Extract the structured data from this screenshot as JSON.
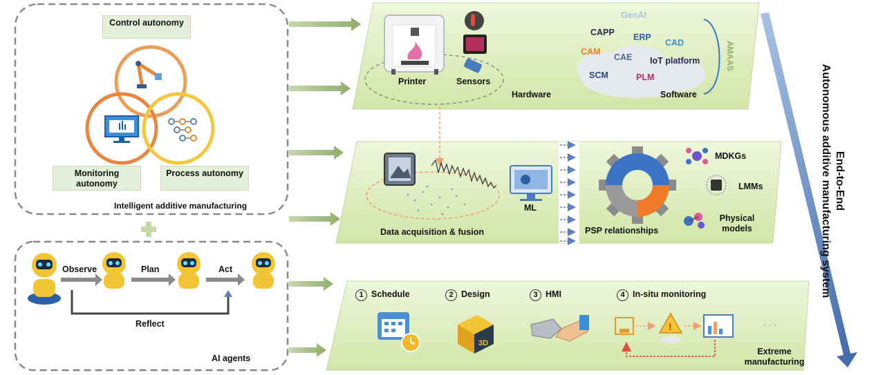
{
  "intelligent_am": {
    "title": "Intelligent additive manufacturing",
    "control": "Control autonomy",
    "monitoring": "Monitoring autonomy",
    "process": "Process autonomy"
  },
  "ai_agents": {
    "title": "AI agents",
    "steps": [
      "Observe",
      "Plan",
      "Act"
    ],
    "reflect": "Reflect"
  },
  "plus_sign": "+",
  "layer1": {
    "printer": "Printer",
    "sensors": "Sensors",
    "hardware": "Hardware",
    "software": "Software",
    "software_items": {
      "genai": "GenAI",
      "capp": "CAPP",
      "erp": "ERP",
      "cad": "CAD",
      "cam": "CAM",
      "cae": "CAE",
      "iot": "IoT platform",
      "scm": "SCM",
      "plm": "PLM"
    },
    "amaas": "AMAAS"
  },
  "layer2": {
    "data": "Data acquisition & fusion",
    "ml": "ML",
    "psp": "PSP relationships",
    "mdkgs": "MDKGs",
    "lmms": "LMMs",
    "physical": "Physical models"
  },
  "layer3": {
    "items": [
      {
        "num": "1",
        "label": "Schedule"
      },
      {
        "num": "2",
        "label": "Design"
      },
      {
        "num": "3",
        "label": "HMI"
      },
      {
        "num": "4",
        "label": "In-situ monitoring"
      }
    ],
    "ellipsis": "· · ·",
    "extreme": "Extreme manufacturing"
  },
  "side_title": {
    "line1": "End-to-End",
    "line2": "Autonomous additive manufacturing system"
  },
  "colors": {
    "green_panel": "#d9ebb7",
    "orange": "#e8883a",
    "yellow": "#f2c536",
    "blue_arrow": "#4a78b8",
    "gear_blue": "#3b74c7",
    "gear_orange": "#f07b2a",
    "gear_grey": "#8b8b8b"
  }
}
